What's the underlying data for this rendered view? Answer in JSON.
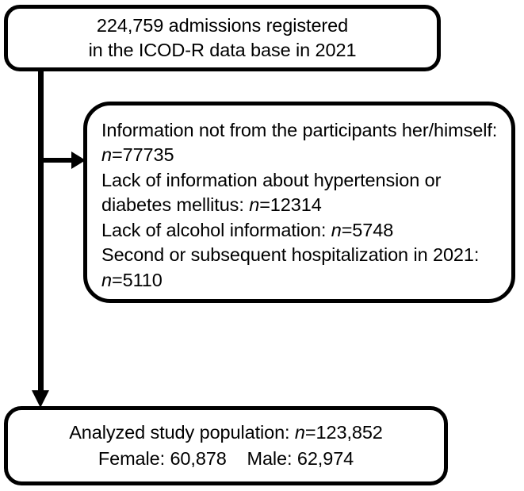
{
  "figure": {
    "type": "flowchart",
    "orientation": "vertical",
    "description": "Study population selection flow diagram"
  },
  "nodes": {
    "source": {
      "line1": "224,759 admissions registered",
      "line2": "in the ICOD-R data base in 2021"
    },
    "exclusions": {
      "items": [
        {
          "label": "Information not from the participants her/himself:",
          "n_symbol": "n",
          "value": "=77735",
          "wrap": "after-label"
        },
        {
          "label_line1": "Lack of information about hypertension or",
          "label_line2": "diabetes mellitus: ",
          "n_symbol": "n",
          "value": "=12314",
          "wrap": "inline"
        },
        {
          "label": "Lack of alcohol information: ",
          "n_symbol": "n",
          "value": "=5748",
          "wrap": "inline"
        },
        {
          "label": "Second or subsequent hospitalization in 2021:",
          "n_symbol": "n",
          "value": "=5110",
          "wrap": "after-label"
        }
      ]
    },
    "analyzed": {
      "line1_label": "Analyzed study population: ",
      "line1_n_symbol": "n",
      "line1_value": "=123,852",
      "female_label": "Female: 60,878",
      "male_label": "Male: 62,974"
    }
  },
  "connectors": [
    {
      "name": "trunk-vertical",
      "from": "source",
      "to": "analyzed"
    },
    {
      "name": "branch-horizontal",
      "from": "trunk",
      "to": "exclusions",
      "arrow": "right"
    },
    {
      "name": "arrow-down",
      "from": "trunk",
      "to": "analyzed",
      "arrow": "down"
    }
  ],
  "style": {
    "stroke_color": "#000000",
    "fill_color": "#ffffff",
    "text_color": "#000000"
  }
}
